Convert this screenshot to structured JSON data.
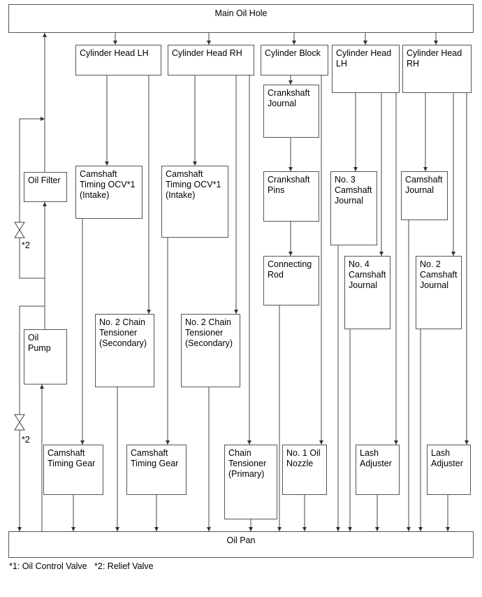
{
  "nodes": {
    "main_oil_hole": "Main Oil Hole",
    "cyl_head_lh_1": "Cylinder Head LH",
    "cyl_head_rh_1": "Cylinder Head RH",
    "cyl_block": "Cylinder Block",
    "cyl_head_lh_2": "Cylinder Head\nLH",
    "cyl_head_rh_2": "Cylinder Head\nRH",
    "crankshaft_journal": "Crankshaft\nJournal",
    "crankshaft_pins": "Crankshaft\nPins",
    "connecting_rod": "Connecting\nRod",
    "ocv_lh": "Camshaft\nTiming OCV*1\n(Intake)",
    "ocv_rh": "Camshaft\nTiming OCV*1\n(Intake)",
    "oil_filter": "Oil Filter",
    "oil_pump": "Oil Pump",
    "no3_cam_journal": "No. 3\nCamshaft\nJournal",
    "camshaft_journal_rh": "Camshaft\nJournal",
    "no4_cam_journal": "No. 4\nCamshaft\nJournal",
    "no2_cam_journal": "No. 2\nCamshaft\nJournal",
    "chain_tensioner_lh": "No. 2 Chain\nTensioner\n(Secondary)",
    "chain_tensioner_rh": "No. 2 Chain\nTensioner\n(Secondary)",
    "cam_gear_lh": "Camshaft\nTiming Gear",
    "cam_gear_rh": "Camshaft\nTiming Gear",
    "chain_tensioner_primary": "Chain\nTensioner\n(Primary)",
    "no1_oil_nozzle": "No. 1 Oil\nNozzle",
    "lash_adjuster_lh": "Lash\nAdjuster",
    "lash_adjuster_rh": "Lash\nAdjuster",
    "oil_pan": "Oil Pan"
  },
  "markers": {
    "relief_upper": "*2",
    "relief_lower": "*2"
  },
  "footnote": "*1: Oil Control Valve   *2: Relief Valve"
}
